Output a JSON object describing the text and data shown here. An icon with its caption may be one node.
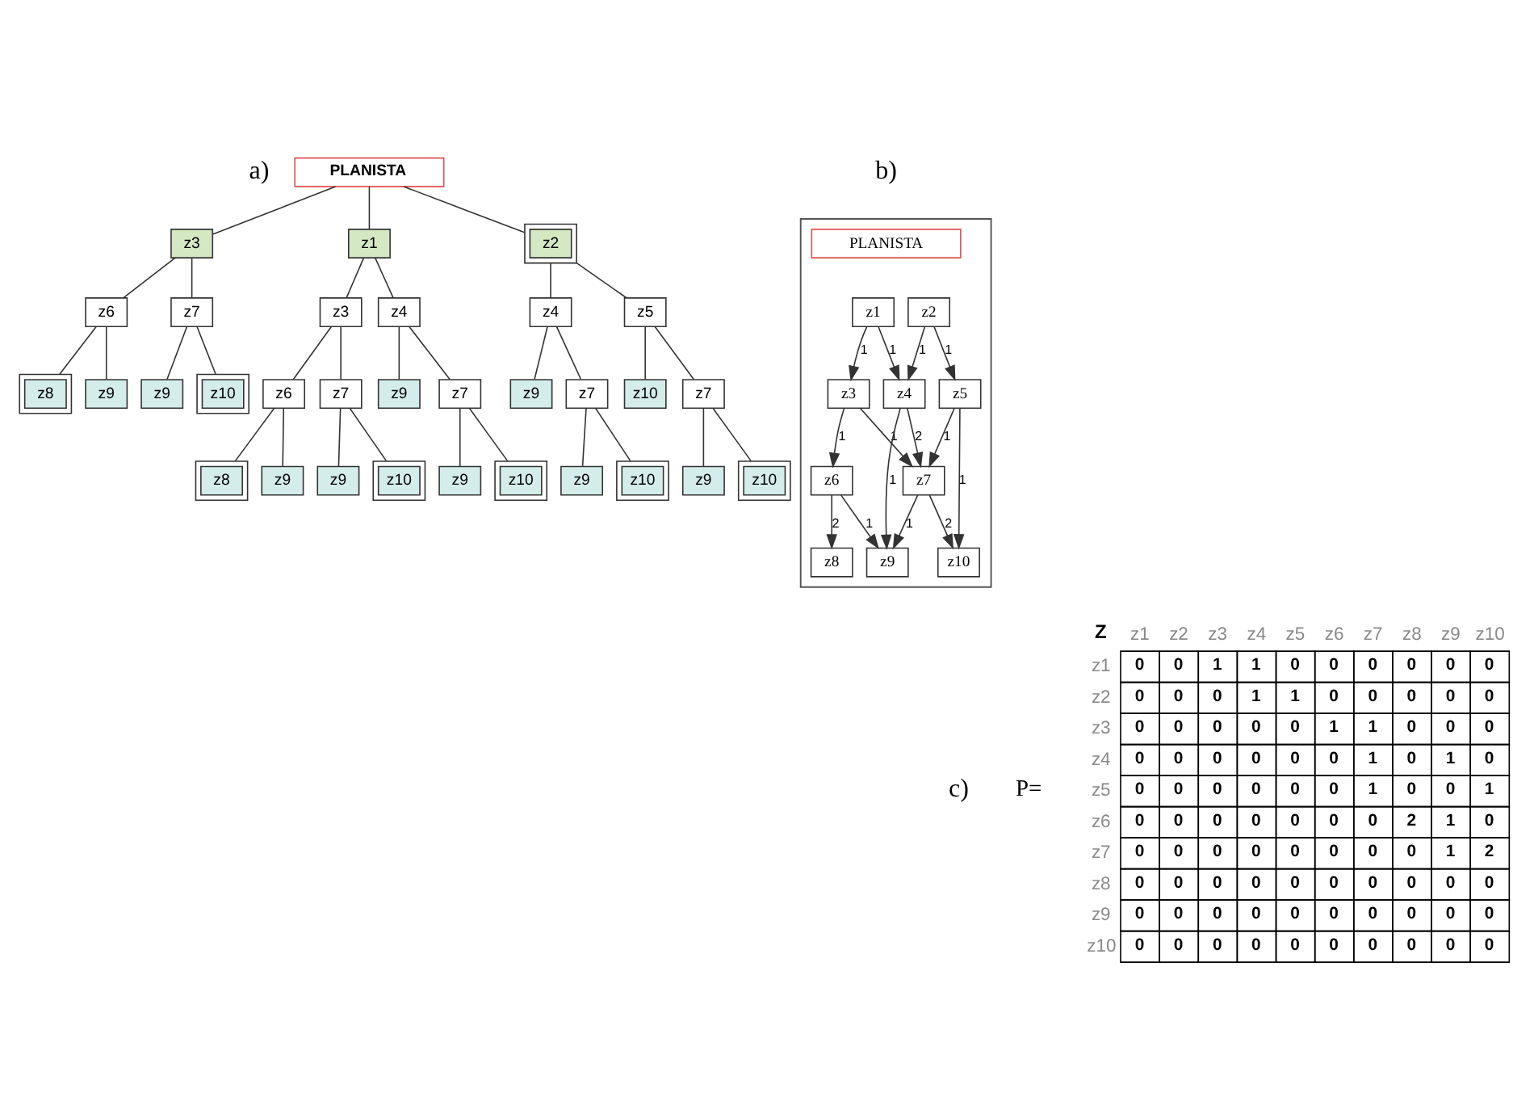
{
  "diagram": {
    "nodes": [
      {
        "text": [
          "PLANISTA"
        ]
      },
      {
        "text": [
          "z1"
        ]
      },
      {
        "text": [
          "z2"
        ]
      },
      {
        "text": [
          "z3"
        ]
      },
      {
        "text": [
          "z3"
        ]
      },
      {
        "text": [
          "z6"
        ]
      },
      {
        "text": [
          "z8"
        ]
      },
      {
        "text": [
          "z9"
        ]
      },
      {
        "text": [
          "z7"
        ]
      },
      {
        "text": [
          "z9"
        ]
      },
      {
        "text": [
          "z10"
        ]
      },
      {
        "text": [
          "z4"
        ]
      },
      {
        "text": [
          "z9"
        ]
      },
      {
        "text": [
          "z7"
        ]
      },
      {
        "text": [
          "z9"
        ]
      },
      {
        "text": [
          "z10"
        ]
      },
      {
        "text": [
          "z4"
        ]
      },
      {
        "text": [
          "z9"
        ]
      },
      {
        "text": [
          "z7"
        ]
      },
      {
        "text": [
          "z9"
        ]
      },
      {
        "text": [
          "z10"
        ]
      },
      {
        "text": [
          "z5"
        ]
      },
      {
        "text": [
          "z10"
        ]
      },
      {
        "text": [
          "z7"
        ]
      },
      {
        "text": [
          "z9"
        ]
      },
      {
        "text": [
          "z10"
        ]
      },
      {
        "text": [
          "z6"
        ]
      },
      {
        "text": [
          "z8"
        ]
      },
      {
        "text": [
          "z9"
        ]
      },
      {
        "text": [
          "z7"
        ]
      },
      {
        "text": [
          "z9"
        ]
      },
      {
        "text": [
          "z10"
        ]
      },
      {
        "text": [],
        "shape": "box"
      },
      {
        "text": [
          "PLANISTA"
        ],
        "in": 32
      },
      {
        "text": [
          "z1"
        ],
        "in": 32
      },
      {
        "text": [
          "z2"
        ],
        "in": 32
      },
      {
        "text": [
          "z3"
        ],
        "in": 32
      },
      {
        "text": [
          "z4"
        ],
        "in": 32
      },
      {
        "text": [
          "z5"
        ],
        "in": 32
      },
      {
        "text": [
          "z6"
        ],
        "in": 32
      },
      {
        "text": [
          "z7"
        ],
        "in": 32
      },
      {
        "text": [
          "z8"
        ],
        "in": 32
      },
      {
        "text": [
          "z9"
        ],
        "in": 32
      },
      {
        "text": [
          "z10"
        ],
        "in": 32
      }
    ],
    "edges": [
      {
        "from": 0,
        "to": 1,
        "arrow": "none"
      },
      {
        "from": 0,
        "to": 2,
        "arrow": "none"
      },
      {
        "from": 0,
        "to": 3,
        "arrow": "none"
      },
      {
        "from": 1,
        "to": 4,
        "arrow": "none"
      },
      {
        "from": 1,
        "to": 11,
        "arrow": "none"
      },
      {
        "from": 4,
        "to": 5,
        "arrow": "none"
      },
      {
        "from": 4,
        "to": 8,
        "arrow": "none"
      },
      {
        "from": 5,
        "to": 6,
        "arrow": "none"
      },
      {
        "from": 5,
        "to": 7,
        "arrow": "none"
      },
      {
        "from": 8,
        "to": 9,
        "arrow": "none"
      },
      {
        "from": 8,
        "to": 10,
        "arrow": "none"
      },
      {
        "from": 11,
        "to": 12,
        "arrow": "none"
      },
      {
        "from": 11,
        "to": 13,
        "arrow": "none"
      },
      {
        "from": 13,
        "to": 14,
        "arrow": "none"
      },
      {
        "from": 13,
        "to": 15,
        "arrow": "none"
      },
      {
        "from": 2,
        "to": 16,
        "arrow": "none"
      },
      {
        "from": 2,
        "to": 21,
        "arrow": "none"
      },
      {
        "from": 16,
        "to": 17,
        "arrow": "none"
      },
      {
        "from": 16,
        "to": 18,
        "arrow": "none"
      },
      {
        "from": 18,
        "to": 19,
        "arrow": "none"
      },
      {
        "from": 18,
        "to": 20,
        "arrow": "none"
      },
      {
        "from": 21,
        "to": 22,
        "arrow": "none"
      },
      {
        "from": 21,
        "to": 23,
        "arrow": "none"
      },
      {
        "from": 23,
        "to": 24,
        "arrow": "none"
      },
      {
        "from": 23,
        "to": 25,
        "arrow": "none"
      },
      {
        "from": 3,
        "to": 26,
        "arrow": "none"
      },
      {
        "from": 3,
        "to": 29,
        "arrow": "none"
      },
      {
        "from": 26,
        "to": 27,
        "arrow": "none"
      },
      {
        "from": 26,
        "to": 28,
        "arrow": "none"
      },
      {
        "from": 29,
        "to": 30,
        "arrow": "none"
      },
      {
        "from": 29,
        "to": 31,
        "arrow": "none"
      },
      {
        "from": 34,
        "to": 36,
        "arrow": "to",
        "label": "1"
      },
      {
        "from": 34,
        "to": 37,
        "arrow": "to",
        "label": "1"
      },
      {
        "from": 35,
        "to": 37,
        "arrow": "to",
        "label": "1"
      },
      {
        "from": 35,
        "to": 38,
        "arrow": "to",
        "label": "1"
      },
      {
        "from": 36,
        "to": 39,
        "arrow": "to",
        "label": "1"
      },
      {
        "from": 36,
        "to": 40,
        "arrow": "to",
        "label": "1"
      },
      {
        "from": 37,
        "to": 40,
        "arrow": "to",
        "label": "2"
      },
      {
        "from": 37,
        "to": 42,
        "arrow": "to",
        "label": "1"
      },
      {
        "from": 38,
        "to": 40,
        "arrow": "to",
        "label": "1"
      },
      {
        "from": 38,
        "to": 43,
        "arrow": "to",
        "label": "1"
      },
      {
        "from": 39,
        "to": 41,
        "arrow": "to",
        "label": "2"
      },
      {
        "from": 39,
        "to": 42,
        "arrow": "to",
        "label": "1"
      },
      {
        "from": 40,
        "to": 42,
        "arrow": "to",
        "label": "1"
      },
      {
        "from": 40,
        "to": 43,
        "arrow": "to",
        "label": "2"
      }
    ],
    "labels": [
      "a)",
      "b)",
      "c)",
      "P=",
      "Z",
      "z1",
      "z2",
      "z3",
      "z4",
      "z5",
      "z6",
      "z7",
      "z8",
      "z9",
      "z10",
      "z1",
      "0",
      "0",
      "1",
      "1",
      "0",
      "0",
      "0",
      "0",
      "0",
      "0",
      "z2",
      "0",
      "0",
      "0",
      "1",
      "1",
      "0",
      "0",
      "0",
      "0",
      "0",
      "z3",
      "0",
      "0",
      "0",
      "0",
      "0",
      "1",
      "1",
      "0",
      "0",
      "0",
      "z4",
      "0",
      "0",
      "0",
      "0",
      "0",
      "0",
      "1",
      "0",
      "1",
      "0",
      "z5",
      "0",
      "0",
      "0",
      "0",
      "0",
      "0",
      "1",
      "0",
      "0",
      "1",
      "z6",
      "0",
      "0",
      "0",
      "0",
      "0",
      "0",
      "0",
      "2",
      "1",
      "0",
      "z7",
      "0",
      "0",
      "0",
      "0",
      "0",
      "0",
      "0",
      "0",
      "1",
      "2",
      "z8",
      "0",
      "0",
      "0",
      "0",
      "0",
      "0",
      "0",
      "0",
      "0",
      "0",
      "z9",
      "0",
      "0",
      "0",
      "0",
      "0",
      "0",
      "0",
      "0",
      "0",
      "0",
      "z10",
      "0",
      "0",
      "0",
      "0",
      "0",
      "0",
      "0",
      "0",
      "0",
      "0"
    ]
  }
}
